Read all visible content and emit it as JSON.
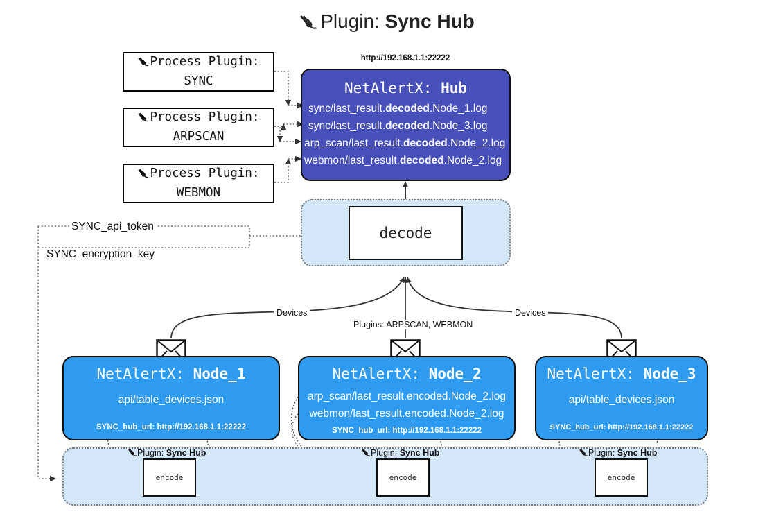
{
  "header": {
    "icon": "plug-icon",
    "label": "Plugin:",
    "value": "Sync Hub"
  },
  "process_plugins": [
    {
      "icon": "plug-icon",
      "label": "Process Plugin:",
      "name": "SYNC"
    },
    {
      "icon": "plug-icon",
      "label": "Process Plugin:",
      "name": "ARPSCAN"
    },
    {
      "icon": "plug-icon",
      "label": "Process Plugin:",
      "name": "WEBMON"
    }
  ],
  "hub": {
    "url": "http://192.168.1.1:22222",
    "title_prefix": "NetAlertX:",
    "title_name": "Hub",
    "files": [
      {
        "pre": "sync/last_result.",
        "em": "decoded",
        "post": ".Node_1.log"
      },
      {
        "pre": "sync/last_result.",
        "em": "decoded",
        "post": ".Node_3.log"
      },
      {
        "pre": "arp_scan/last_result.",
        "em": "decoded",
        "post": ".Node_2.log"
      },
      {
        "pre": "webmon/last_result.",
        "em": "decoded",
        "post": ".Node_2.log"
      }
    ]
  },
  "decode": {
    "label": "decode"
  },
  "secrets": [
    {
      "label": "SYNC_api_token"
    },
    {
      "label": "SYNC_encryption_key"
    }
  ],
  "edge_labels": {
    "devices_left": "Devices",
    "devices_right": "Devices",
    "plugins_center": "Plugins: ARPSCAN, WEBMON"
  },
  "nodes": [
    {
      "icon": "envelope-icon",
      "title_prefix": "NetAlertX:",
      "title_name": "Node_1",
      "files": [
        "api/table_devices.json"
      ],
      "footer": "SYNC_hub_url: http://192.168.1.1:22222",
      "plugin_icon": "plug-icon",
      "plugin_label": "Plugin:",
      "plugin_value": "Sync Hub",
      "encode_label": "encode"
    },
    {
      "icon": "envelope-icon",
      "title_prefix": "NetAlertX:",
      "title_name": "Node_2",
      "files": [
        "arp_scan/last_result.encoded.Node_2.log",
        "webmon/last_result.encoded.Node_2.log"
      ],
      "footer": "SYNC_hub_url: http://192.168.1.1:22222",
      "plugin_icon": "plug-icon",
      "plugin_label": "Plugin:",
      "plugin_value": "Sync Hub",
      "encode_label": "encode"
    },
    {
      "icon": "envelope-icon",
      "title_prefix": "NetAlertX:",
      "title_name": "Node_3",
      "files": [
        "api/table_devices.json"
      ],
      "footer": "SYNC_hub_url: http://192.168.1.1:22222",
      "plugin_icon": "plug-icon",
      "plugin_label": "Plugin:",
      "plugin_value": "Sync Hub",
      "encode_label": "encode"
    }
  ],
  "colors": {
    "hub_fill": "#4650b8",
    "node_fill": "#2e9bf0",
    "band_fill": "#d4e7f8",
    "box_stroke": "#111111",
    "dotted_stroke": "#6b6b6b"
  }
}
